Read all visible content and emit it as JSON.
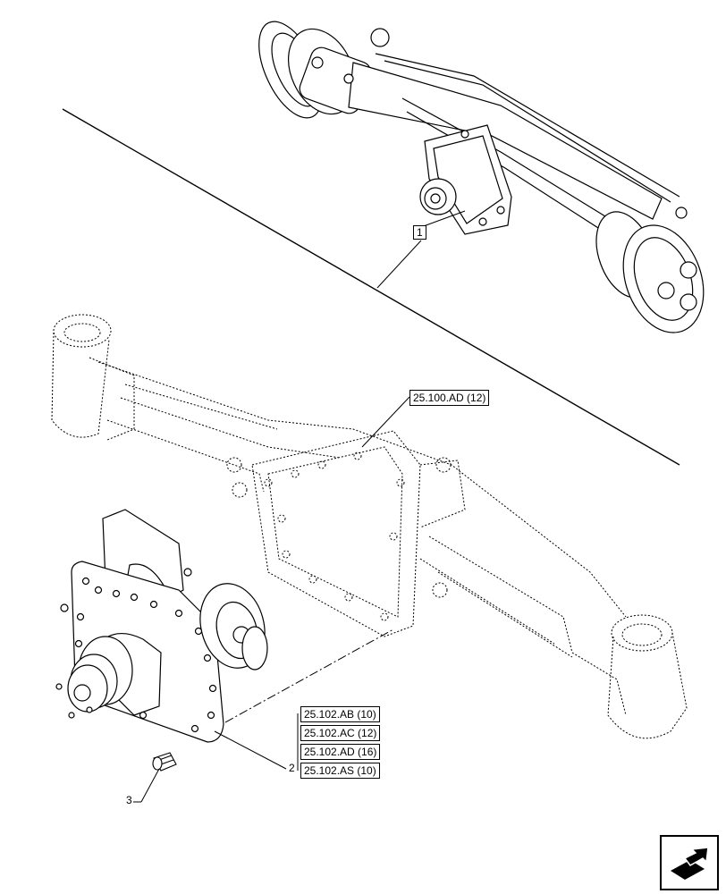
{
  "diagram": {
    "callouts": {
      "item_1": "1",
      "item_2": "2",
      "item_3": "3"
    },
    "references": {
      "axle_housing": "25.100.AD (12)",
      "group": [
        "25.102.AB (10)",
        "25.102.AC (12)",
        "25.102.AD (16)",
        "25.102.AS (10)"
      ]
    },
    "nav_icon": "next-page-arrow-icon"
  }
}
